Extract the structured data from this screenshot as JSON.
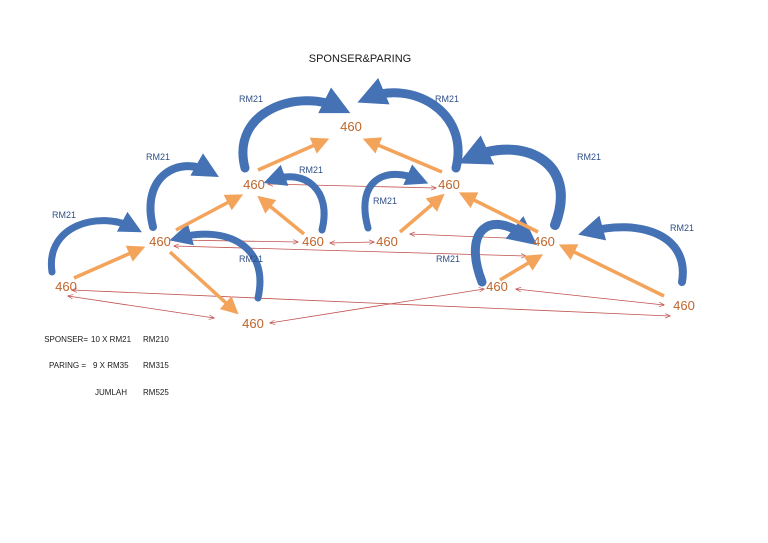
{
  "title": "SPONSER&PARING",
  "node_label": "460",
  "commission_label": "RM21",
  "summary": {
    "sponser_label": "SPONSER=",
    "sponser_calc": "10 X RM21",
    "sponser_total": "RM210",
    "paring_label": "PARING =",
    "paring_calc": "9 X RM35",
    "paring_total": "RM315",
    "jumlah_label": "JUMLAH",
    "jumlah_total": "RM525"
  },
  "colors": {
    "sponsor_arrow": "#f4a35a",
    "commission_arc": "#4472b4",
    "pairing_line": "#c0504d",
    "node_text": "#c0652a",
    "rm_text": "#2f4f86"
  }
}
